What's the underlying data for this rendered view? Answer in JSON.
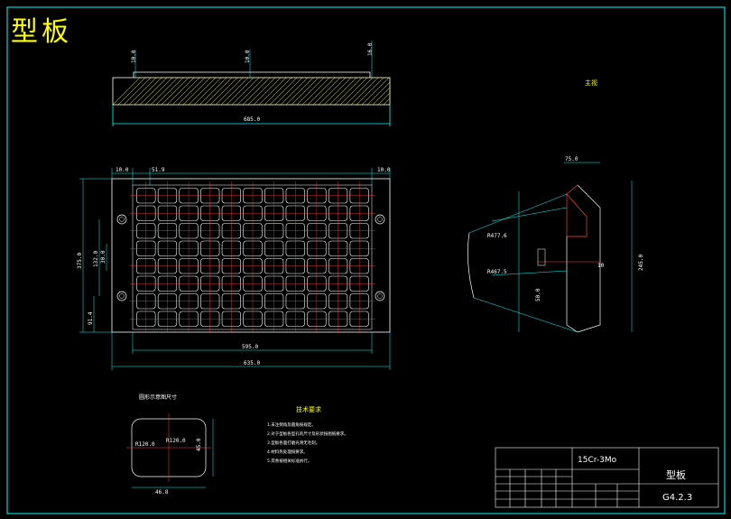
{
  "sheet": {
    "title": "型板"
  },
  "section_view": {
    "width_dim": "685.0",
    "top_dims": [
      "10.0",
      "10.0",
      "16.0"
    ]
  },
  "plan_view": {
    "dims": {
      "left_margin": "10.0",
      "right_margin": "10.0",
      "pitch": "51.9",
      "overall_height": "375.0",
      "inner_label": "30.0",
      "spacing": "132.0",
      "bottom_offset": "91.4",
      "inner_width": "595.0",
      "overall_width": "635.0"
    },
    "grid_rows": 8,
    "grid_cols": 11
  },
  "side_view": {
    "label_top": "主视",
    "dims": [
      "75.0",
      "R477.6",
      "R467.5",
      "10",
      "50.0",
      "245.0"
    ]
  },
  "detail": {
    "title": "圆形示意图尺寸",
    "dims": [
      "R120.0",
      "R120.0",
      "45.0",
      "46.8"
    ]
  },
  "requirements": {
    "heading": "技术要求",
    "items": [
      "1.未注倒角及圆角按规定。",
      "2.对于型板各型孔的尺寸及形状按图纸要求。",
      "3.型板各面打磨光滑无毛刺。",
      "4.材料热处理按要求。",
      "5.其余按相关标准执行。"
    ]
  },
  "title_block": {
    "material": "15Cr-3Mo",
    "part_name": "型板",
    "drawing_no": "G4.2.3"
  }
}
